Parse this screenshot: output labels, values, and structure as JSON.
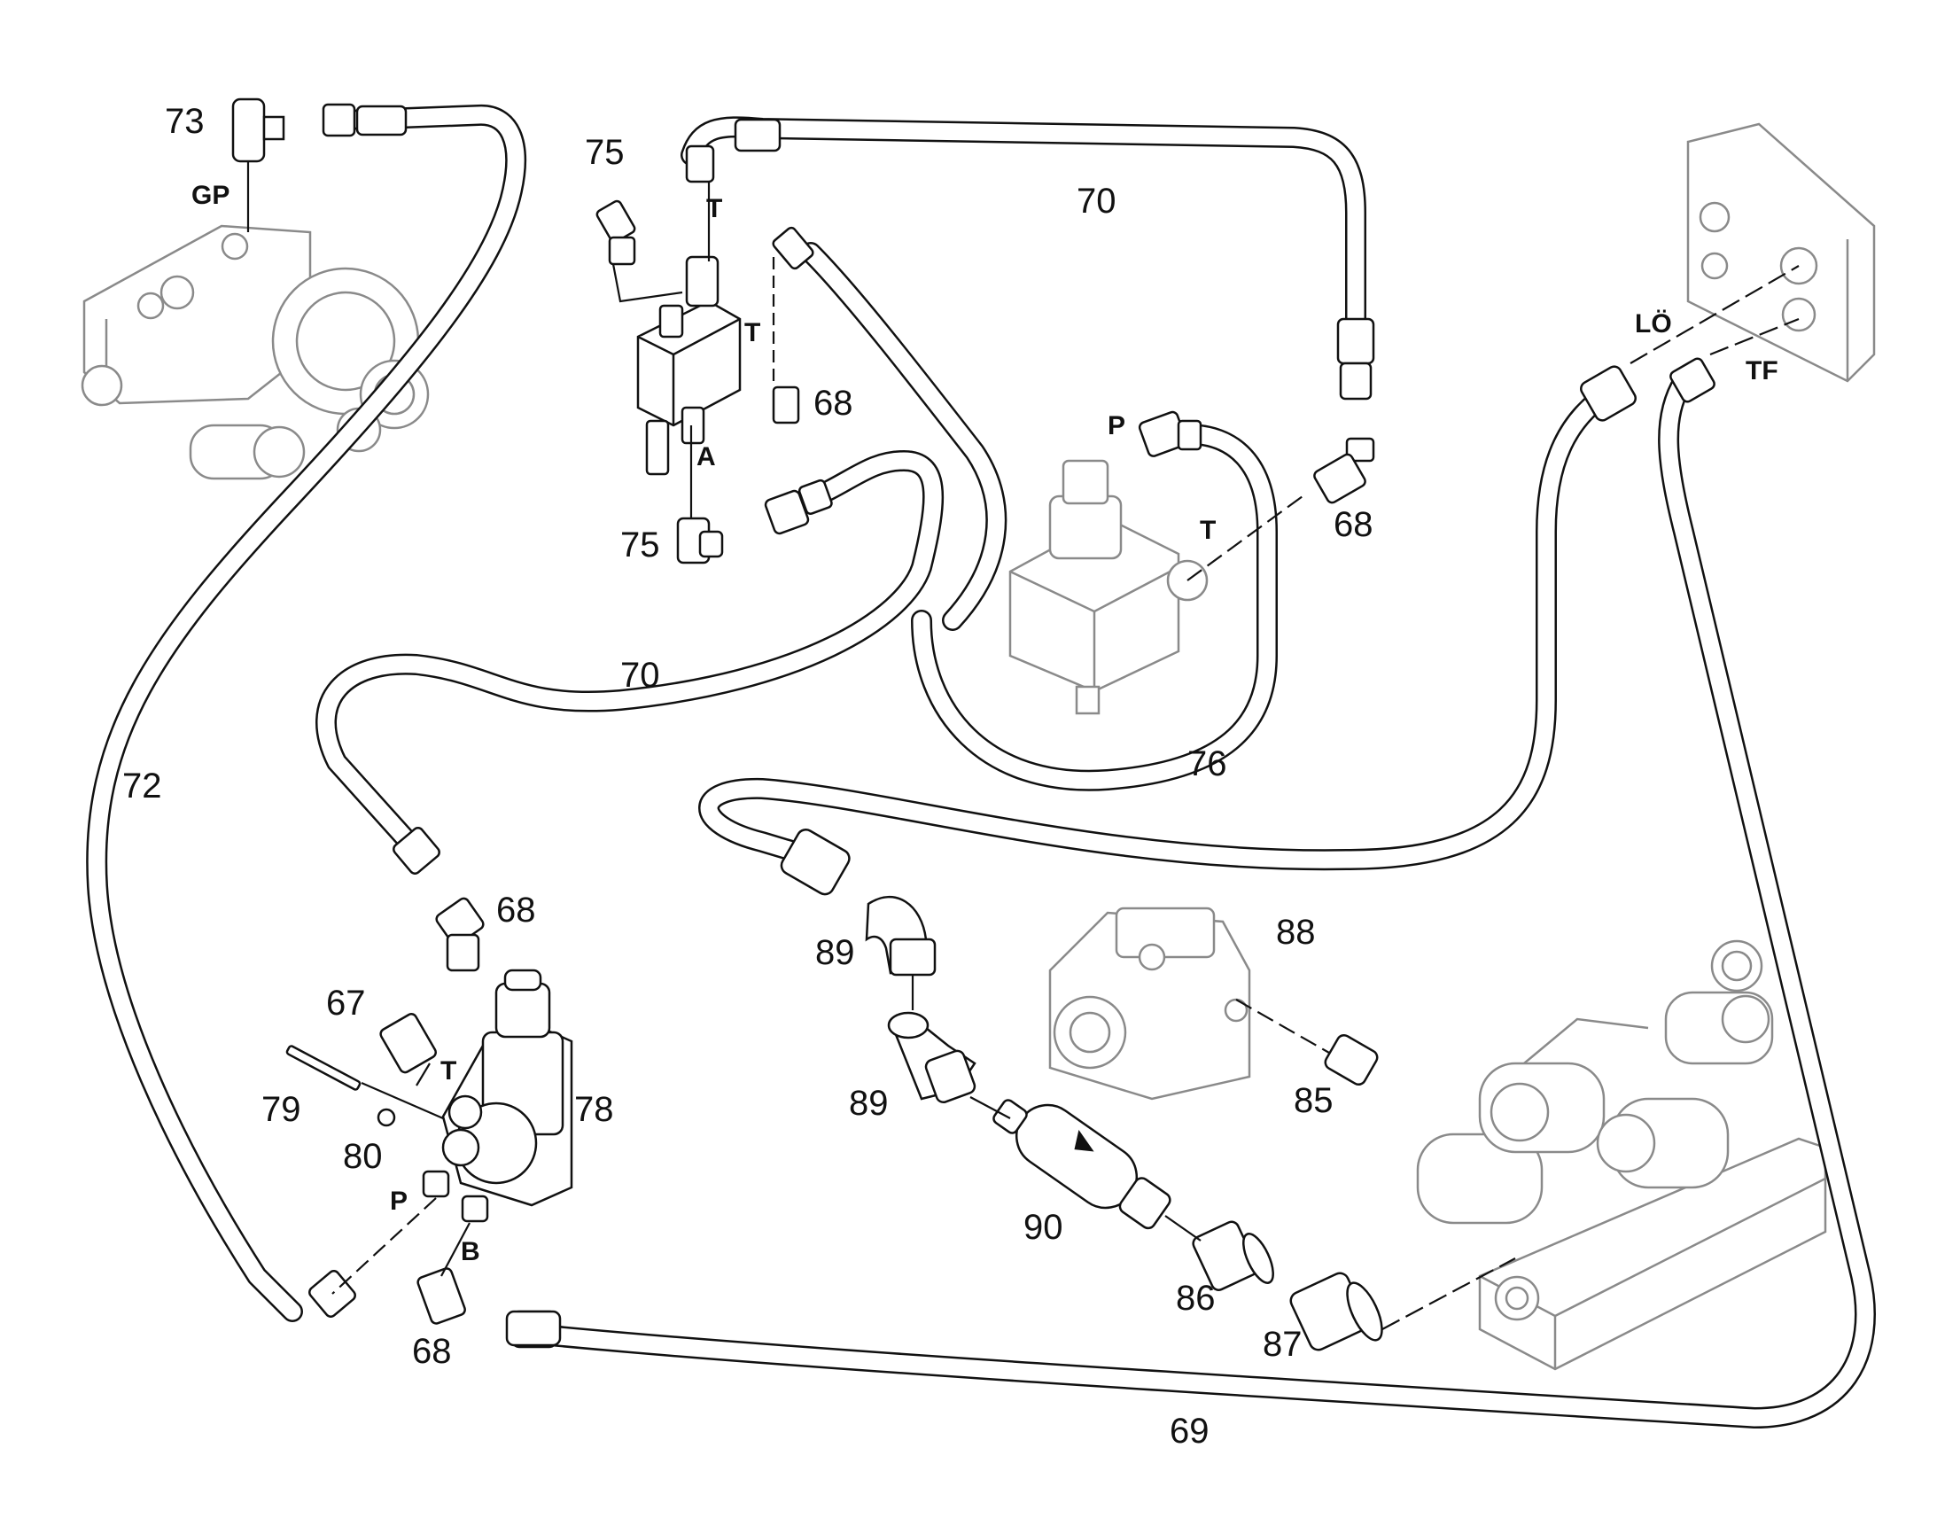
{
  "colors": {
    "line": "#111111",
    "component": "#8a8a8a",
    "background": "#ffffff"
  },
  "part_numbers": {
    "p73": "73",
    "p75_top": "75",
    "p75_mid": "75",
    "p70_top": "70",
    "p70_mid": "70",
    "p68_a": "68",
    "p68_b": "68",
    "p68_c": "68",
    "p68_d": "68",
    "p72": "72",
    "p76": "76",
    "p67": "67",
    "p78": "78",
    "p79": "79",
    "p80": "80",
    "p89_a": "89",
    "p89_b": "89",
    "p88": "88",
    "p85": "85",
    "p90": "90",
    "p86": "86",
    "p87": "87",
    "p69": "69"
  },
  "port_labels": {
    "gp": "GP",
    "t_top": "T",
    "t_valve": "T",
    "a": "A",
    "p_block": "P",
    "t_block": "T",
    "lo": "LÖ",
    "tf": "TF",
    "t_sol": "T",
    "p_sol": "P",
    "b_sol": "B"
  }
}
